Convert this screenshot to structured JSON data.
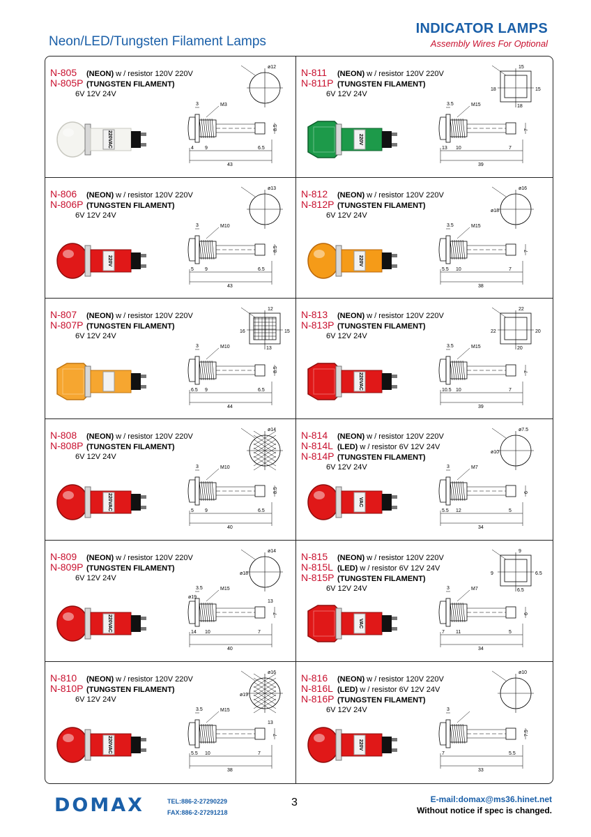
{
  "header": {
    "left_title": "Neon/LED/Tungsten Filament Lamps",
    "right_title": "INDICATOR LAMPS",
    "right_subtitle": "Assembly Wires For Optional"
  },
  "cells": [
    {
      "lines": [
        {
          "code": "N-805",
          "type": "(NEON)",
          "desc": " w / resistor 120V 220V"
        },
        {
          "code": "N-805P",
          "type": "(TUNGSTEN FILAMENT)",
          "desc": ""
        }
      ],
      "volt": "6V 12V 24V",
      "lens": "clear",
      "shape": "round",
      "lamp_text": "220VAC",
      "front_dims": [
        "ø12"
      ],
      "dims": {
        "top": "3",
        "thread": "M3",
        "left": "4",
        "mid": "9",
        "right": "6.5",
        "height": "8.5",
        "total": "43"
      }
    },
    {
      "lines": [
        {
          "code": "N-811",
          "type": "(NEON)",
          "desc": " w / resistor 120V 220V"
        },
        {
          "code": "N-811P",
          "type": "(TUNGSTEN FILAMENT)",
          "desc": ""
        }
      ],
      "volt": "6V 12V 24V",
      "lens": "green",
      "shape": "square",
      "lamp_text": "220V",
      "front_dims": [
        "15",
        "18",
        "15",
        "18"
      ],
      "dims": {
        "top": "3.5",
        "thread": "M15",
        "left": "13",
        "mid": "10",
        "right": "7",
        "height": "7",
        "total": "39"
      }
    },
    {
      "lines": [
        {
          "code": "N-806",
          "type": "(NEON)",
          "desc": " w / resistor 120V 220V"
        },
        {
          "code": "N-806P",
          "type": "(TUNGSTEN FILAMENT)",
          "desc": ""
        }
      ],
      "volt": "6V 12V 24V",
      "lens": "red",
      "shape": "round",
      "lamp_text": "220V",
      "front_dims": [
        "ø13"
      ],
      "dims": {
        "top": "3",
        "thread": "M10",
        "left": "5",
        "mid": "9",
        "right": "6.5",
        "height": "8.5",
        "total": "43"
      }
    },
    {
      "lines": [
        {
          "code": "N-812",
          "type": "(NEON)",
          "desc": " w / resistor 120V 220V"
        },
        {
          "code": "N-812P",
          "type": "(TUNGSTEN FILAMENT)",
          "desc": ""
        }
      ],
      "volt": "6V 12V 24V",
      "lens": "orange",
      "shape": "round",
      "lamp_text": "220V",
      "front_dims": [
        "ø16",
        "ø18"
      ],
      "dims": {
        "top": "3.5",
        "thread": "M15",
        "left": "5.5",
        "mid": "10",
        "right": "7",
        "height": "7",
        "total": "38"
      }
    },
    {
      "lines": [
        {
          "code": "N-807",
          "type": "(NEON)",
          "desc": " w / resistor 120V 220V"
        },
        {
          "code": "N-807P",
          "type": "(TUNGSTEN FILAMENT)",
          "desc": ""
        }
      ],
      "volt": "6V 12V 24V",
      "lens": "amber",
      "shape": "grid",
      "lamp_text": "",
      "front_dims": [
        "12",
        "16",
        "15",
        "13"
      ],
      "dims": {
        "top": "3",
        "thread": "M10",
        "left": "6.5",
        "mid": "9",
        "right": "6.5",
        "height": "8.5",
        "total": "44"
      }
    },
    {
      "lines": [
        {
          "code": "N-813",
          "type": "(NEON)",
          "desc": " w / resistor 120V 220V"
        },
        {
          "code": "N-813P",
          "type": "(TUNGSTEN FILAMENT)",
          "desc": ""
        }
      ],
      "volt": "6V 12V 24V",
      "lens": "red",
      "shape": "square",
      "lamp_text": "220VAC",
      "front_dims": [
        "22",
        "22",
        "20",
        "20"
      ],
      "dims": {
        "top": "3.5",
        "thread": "M15",
        "left": "10.5",
        "mid": "10",
        "right": "7",
        "height": "7",
        "total": "39"
      }
    },
    {
      "lines": [
        {
          "code": "N-808",
          "type": "(NEON)",
          "desc": " w / resistor 120V 220V"
        },
        {
          "code": "N-808P",
          "type": "(TUNGSTEN FILAMENT)",
          "desc": ""
        }
      ],
      "volt": "6V 12V 24V",
      "lens": "red",
      "shape": "grid-round",
      "lamp_text": "220VAC",
      "front_dims": [
        "ø14"
      ],
      "dims": {
        "top": "3",
        "thread": "M10",
        "left": "5",
        "mid": "9",
        "right": "6.5",
        "height": "8.5",
        "total": "40"
      }
    },
    {
      "lines": [
        {
          "code": "N-814",
          "type": "(NEON)",
          "desc": " w / resistor 120V 220V"
        },
        {
          "code": "N-814L",
          "type": "(LED)",
          "desc": " w / resistor 6V 12V 24V"
        },
        {
          "code": "N-814P",
          "type": "(TUNGSTEN FILAMENT)",
          "desc": ""
        }
      ],
      "volt": "6V 12V 24V",
      "lens": "red",
      "shape": "round",
      "lamp_text": "VAC",
      "front_dims": [
        "ø7.5",
        "ø10"
      ],
      "dims": {
        "top": "3",
        "thread": "M7",
        "left": "5.5",
        "mid": "12",
        "right": "5",
        "height": "6",
        "total": "34"
      }
    },
    {
      "lines": [
        {
          "code": "N-809",
          "type": "(NEON)",
          "desc": " w / resistor 120V 220V"
        },
        {
          "code": "N-809P",
          "type": "(TUNGSTEN FILAMENT)",
          "desc": ""
        }
      ],
      "volt": "6V 12V 24V",
      "lens": "red",
      "shape": "round",
      "lamp_text": "220VAC",
      "front_dims": [
        "ø14",
        "ø18"
      ],
      "dims": {
        "top": "3.5",
        "thread": "M15",
        "left": "14",
        "mid": "10",
        "right": "7",
        "height": "7",
        "total": "40",
        "dia": "ø19",
        "h2": "13"
      }
    },
    {
      "lines": [
        {
          "code": "N-815",
          "type": "(NEON)",
          "desc": " w / resistor 120V 220V"
        },
        {
          "code": "N-815L",
          "type": "(LED)",
          "desc": " w / resistor 6V 12V 24V"
        },
        {
          "code": "N-815P",
          "type": "(TUNGSTEN FILAMENT)",
          "desc": ""
        }
      ],
      "volt": "6V 12V 24V",
      "lens": "red",
      "shape": "square",
      "lamp_text": "VAC",
      "front_dims": [
        "9",
        "9",
        "6.5",
        "6.5"
      ],
      "dims": {
        "top": "3",
        "thread": "M7",
        "left": "7",
        "mid": "11",
        "right": "5",
        "height": "6",
        "total": "34"
      }
    },
    {
      "lines": [
        {
          "code": "N-810",
          "type": "(NEON)",
          "desc": " w / resistor 120V 220V"
        },
        {
          "code": "N-810P",
          "type": "(TUNGSTEN FILAMENT)",
          "desc": ""
        }
      ],
      "volt": "6V 12V 24V",
      "lens": "red",
      "shape": "grid-round",
      "lamp_text": "220VAC",
      "front_dims": [
        "ø16",
        "ø19"
      ],
      "dims": {
        "top": "3.5",
        "thread": "M15",
        "left": "5.5",
        "mid": "10",
        "right": "7",
        "height": "7",
        "total": "38",
        "h2": "13"
      }
    },
    {
      "lines": [
        {
          "code": "N-816",
          "type": "(NEON)",
          "desc": " w / resistor 120V 220V"
        },
        {
          "code": "N-816L",
          "type": "(LED)",
          "desc": " w / resistor 6V 12V 24V"
        },
        {
          "code": "N-816P",
          "type": "(TUNGSTEN FILAMENT)",
          "desc": ""
        }
      ],
      "volt": "6V 12V 24V",
      "lens": "red",
      "shape": "round",
      "lamp_text": "220V",
      "front_dims": [
        "ø10"
      ],
      "dims": {
        "top": "3",
        "thread": "",
        "left": "7",
        "mid": "",
        "right": "5.5",
        "height": "7.5",
        "total": "33"
      }
    }
  ],
  "footer": {
    "logo": "DOMAX",
    "tel": "TEL:886-2-27290229",
    "fax": "FAX:886-2-27291218",
    "page": "3",
    "email": "E-mail:domax@ms36.hinet.net",
    "notice": "Without notice if spec is changed."
  },
  "colors": {
    "accent": "#1a5fa8",
    "code_red": "#c8102e"
  }
}
